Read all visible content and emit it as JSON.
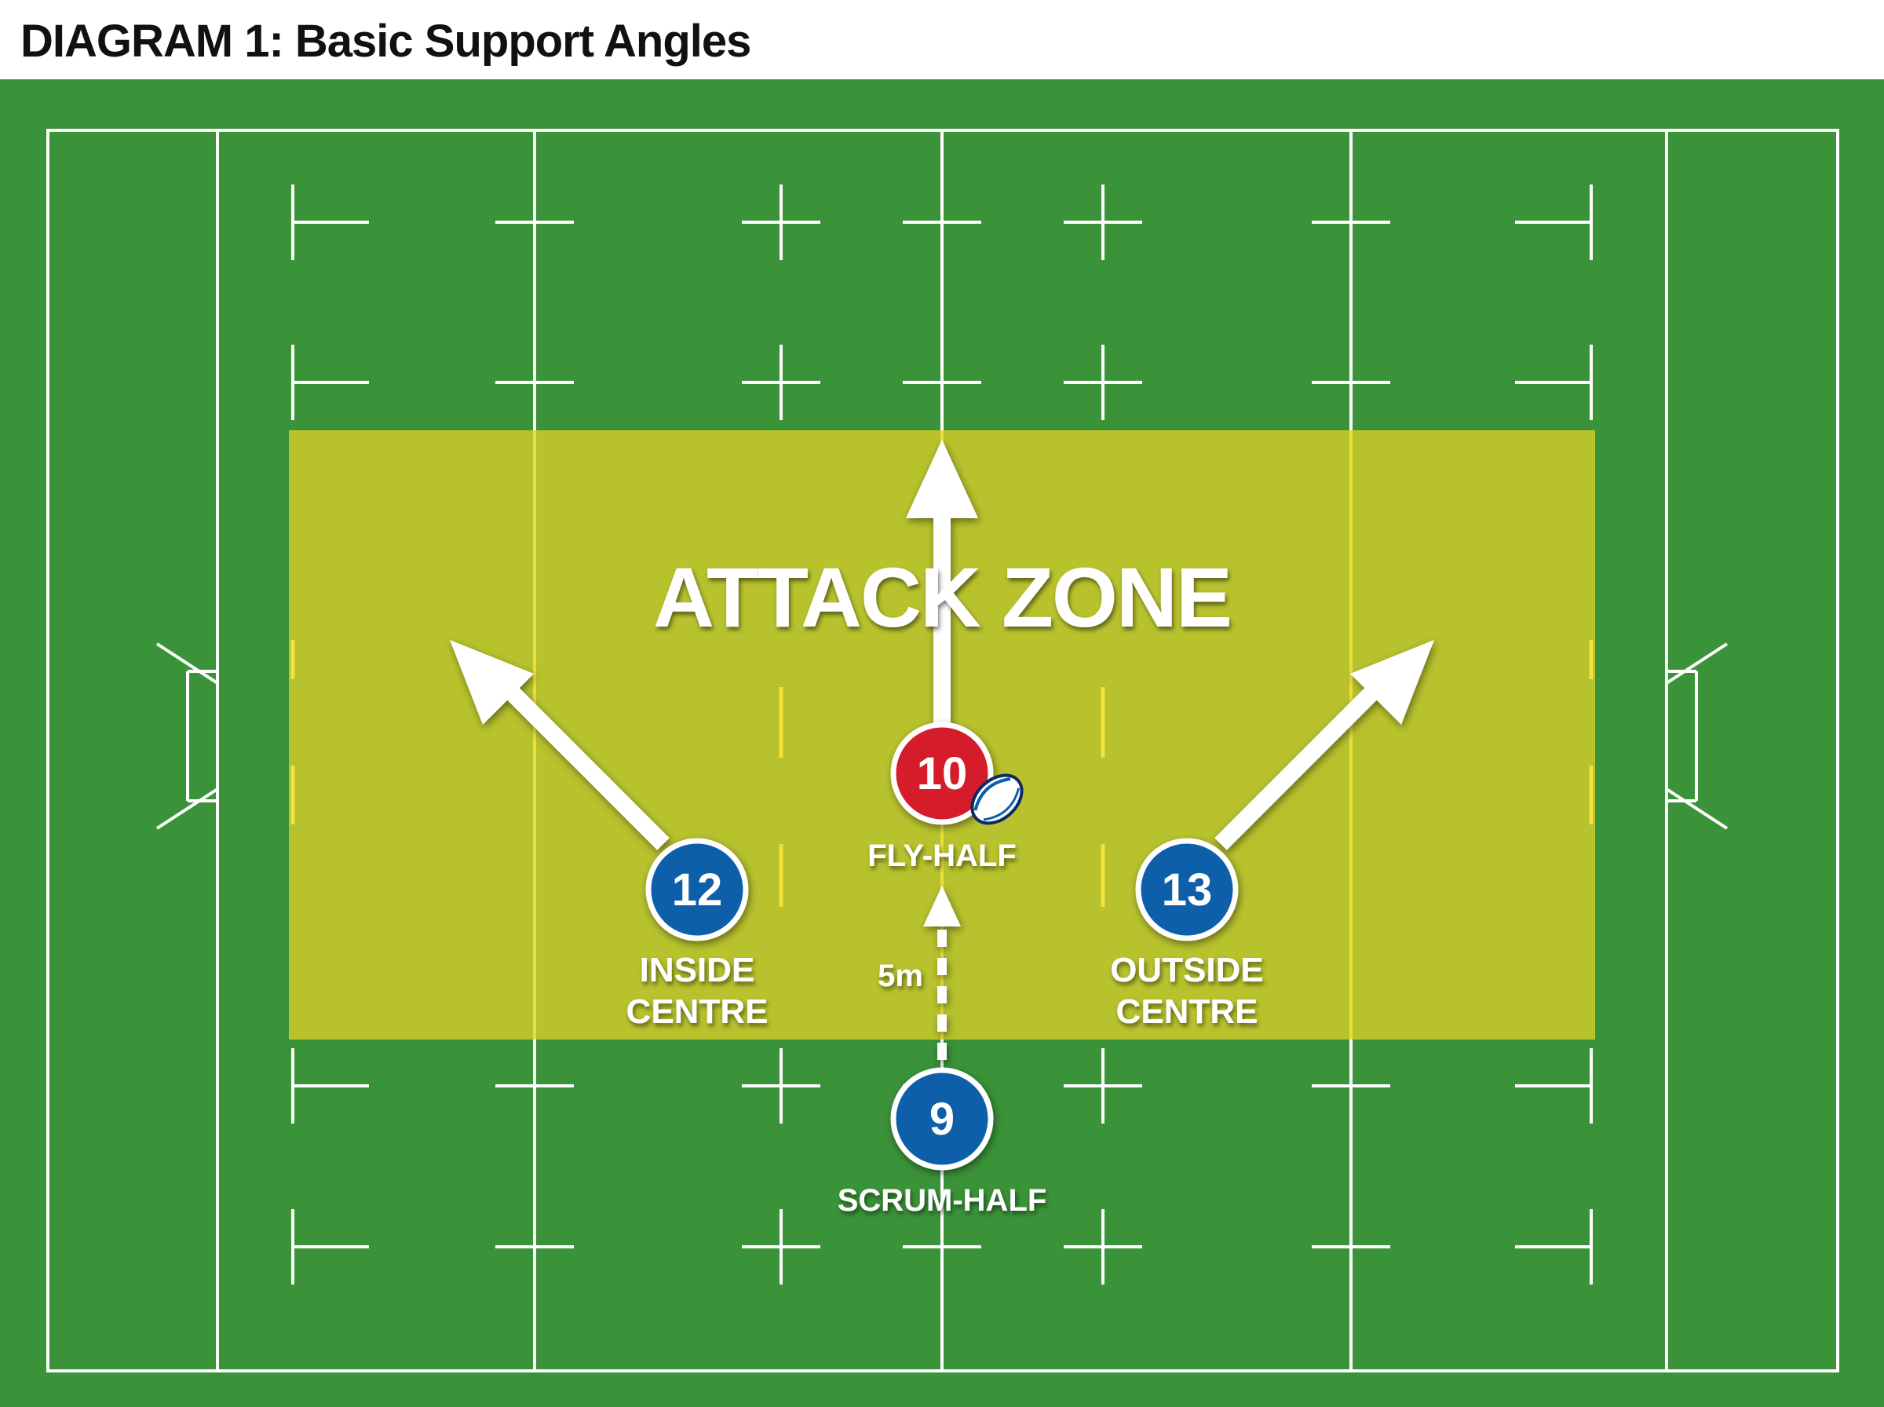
{
  "title": "DIAGRAM 1: Basic Support Angles",
  "zone_label": "ATTACK ZONE",
  "distance_label": "5m",
  "players": [
    {
      "id": "scrum-half",
      "number": "9",
      "role": "SCRUM-HALF",
      "role_line2": "",
      "color": "#0d5eaa"
    },
    {
      "id": "fly-half",
      "number": "10",
      "role": "FLY-HALF",
      "role_line2": "",
      "color": "#d41f2b"
    },
    {
      "id": "inside-centre",
      "number": "12",
      "role": "INSIDE",
      "role_line2": "CENTRE",
      "color": "#0d5eaa"
    },
    {
      "id": "outside-centre",
      "number": "13",
      "role": "OUTSIDE",
      "role_line2": "CENTRE",
      "color": "#0d5eaa"
    }
  ],
  "colors": {
    "pitch": "#3a9338",
    "zone": "#c6c82c",
    "lines": "#ffffff",
    "zone_dashes": "#f2e23a",
    "blue_player": "#0d5eaa",
    "red_player": "#d41f2b"
  },
  "icons": {
    "ball": "rugby-ball-icon"
  }
}
